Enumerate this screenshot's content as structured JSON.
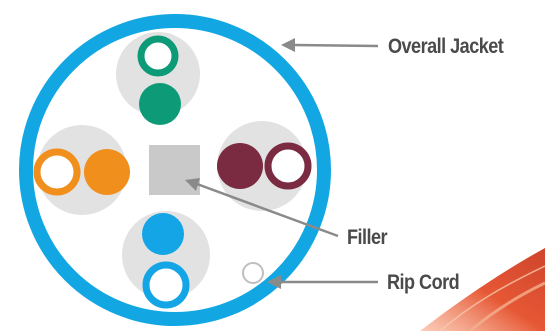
{
  "labels": {
    "overall_jacket": "Overall Jacket",
    "filler": "Filler",
    "rip_cord": "Rip Cord"
  },
  "colors": {
    "jacket": "#12a7e3",
    "pair_background": "#e2e2e2",
    "pair_top": "#0d9a76",
    "pair_left": "#f08f1c",
    "pair_right": "#7a2a41",
    "pair_bottom": "#13a5e6",
    "filler": "#c9c9c9",
    "rip_cord": "#bfbfbf",
    "leader": "#8a8a8a",
    "label_text": "#4a4a4a",
    "accent_streak": "#e3451e"
  }
}
